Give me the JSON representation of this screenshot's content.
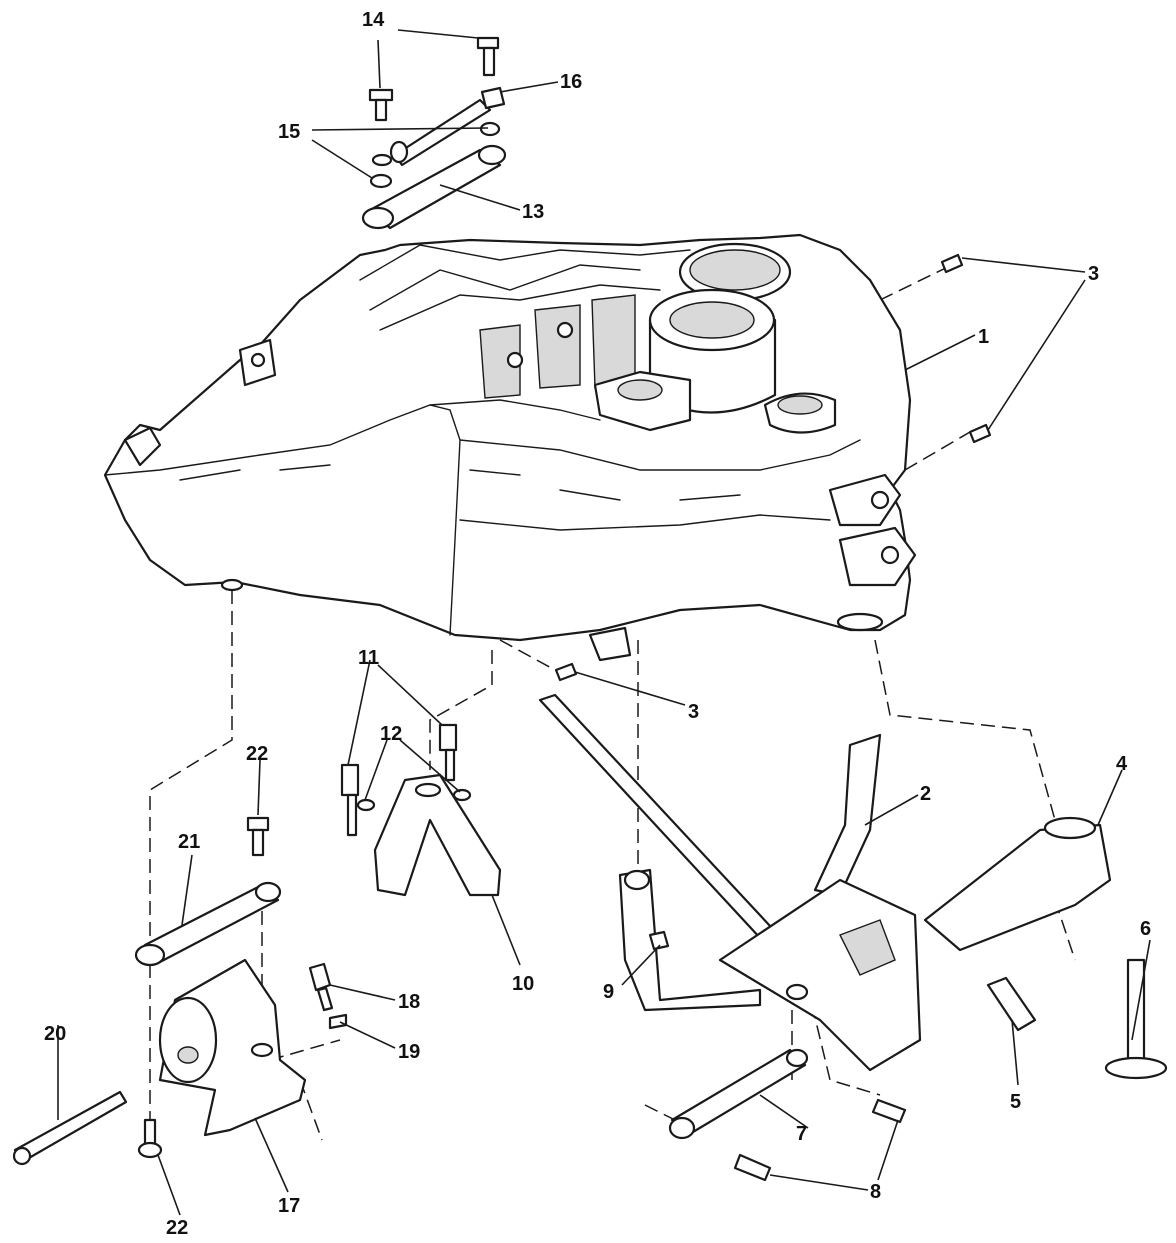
{
  "callouts": [
    {
      "id": "c14",
      "text": "14"
    },
    {
      "id": "c16",
      "text": "16"
    },
    {
      "id": "c15",
      "text": "15"
    },
    {
      "id": "c13",
      "text": "13"
    },
    {
      "id": "c3a",
      "text": "3"
    },
    {
      "id": "c1",
      "text": "1"
    },
    {
      "id": "c11",
      "text": "11"
    },
    {
      "id": "c3b",
      "text": "3"
    },
    {
      "id": "c12",
      "text": "12"
    },
    {
      "id": "c22a",
      "text": "22"
    },
    {
      "id": "c2",
      "text": "2"
    },
    {
      "id": "c4",
      "text": "4"
    },
    {
      "id": "c21",
      "text": "21"
    },
    {
      "id": "c6",
      "text": "6"
    },
    {
      "id": "c10",
      "text": "10"
    },
    {
      "id": "c9",
      "text": "9"
    },
    {
      "id": "c18",
      "text": "18"
    },
    {
      "id": "c20",
      "text": "20"
    },
    {
      "id": "c19",
      "text": "19"
    },
    {
      "id": "c5",
      "text": "5"
    },
    {
      "id": "c7",
      "text": "7"
    },
    {
      "id": "c8",
      "text": "8"
    },
    {
      "id": "c17",
      "text": "17"
    },
    {
      "id": "c22b",
      "text": "22"
    }
  ]
}
